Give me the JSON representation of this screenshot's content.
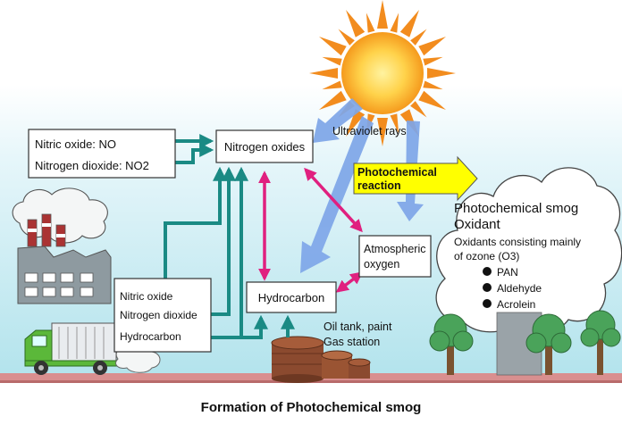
{
  "nodes": {
    "nitric_oxide_box": {
      "line1": "Nitric oxide: NO",
      "line2": "Nitrogen dioxide: NO2"
    },
    "nitrogen_oxides": "Nitrogen oxides",
    "ultraviolet_rays": "Ultraviolet rays",
    "photochemical_reaction": {
      "line1": "Photochemical",
      "line2": "reaction"
    },
    "atmospheric_oxygen": {
      "line1": "Atmospheric",
      "line2": "oxygen"
    },
    "hydrocarbon": "Hydrocarbon",
    "vehicle_emissions": {
      "line1": "Nitric oxide",
      "line2": "Nitrogen dioxide",
      "line3": "Hydrocarbon"
    },
    "oil_tank": {
      "line1": "Oil tank, paint",
      "line2": "Gas station"
    },
    "smog": {
      "title1": "Photochemical smog",
      "title2": "Oxidant",
      "desc1": "Oxidants consisting mainly",
      "desc2": "of ozone (O3)",
      "items": [
        "PAN",
        "Aldehyde",
        "Acrolein"
      ]
    }
  },
  "caption": "Formation of Photochemical smog",
  "colors": {
    "teal_arrow": "#1a8a84",
    "magenta_arrow": "#e0207f",
    "uv_arrow": "#7ea6e8",
    "sun": "#f5a623",
    "reaction_box": "#ffff00",
    "sky_top": "#e8f7fb",
    "sky_bottom": "#b7e6ee",
    "ground": "#d98f8f",
    "truck": "#5bb83a",
    "tank": "#8b4a2f",
    "tree": "#4aa35a"
  }
}
